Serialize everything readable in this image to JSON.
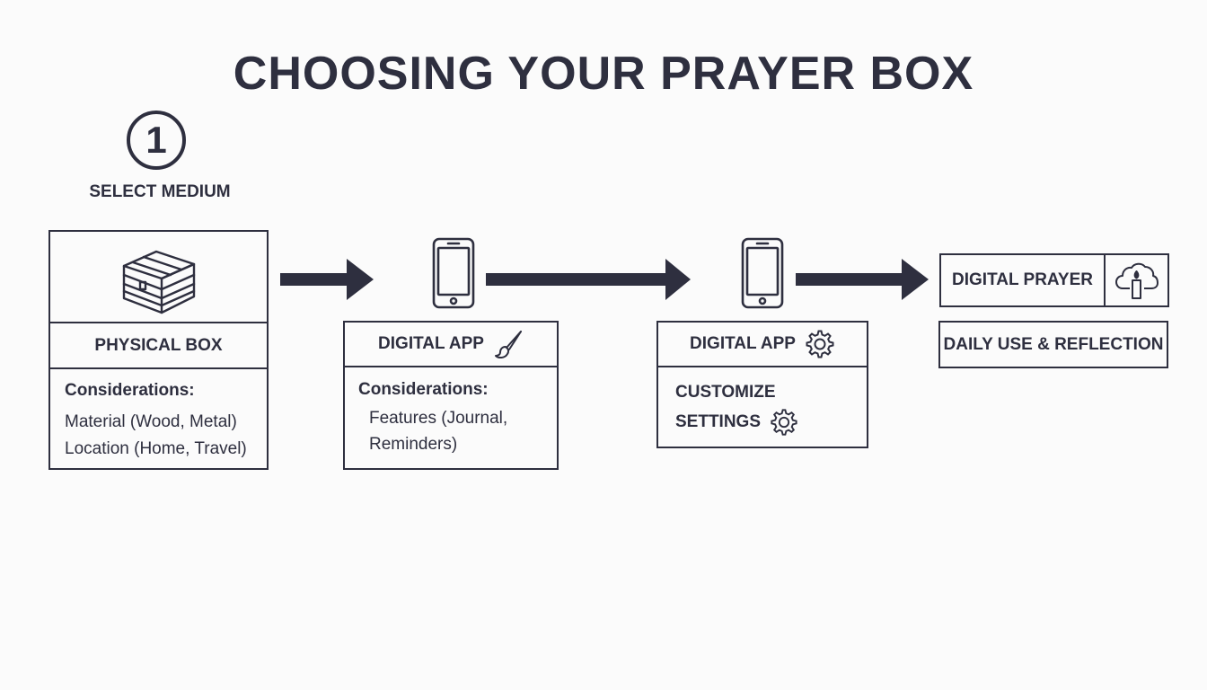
{
  "title": "CHOOSING YOUR PRAYER BOX",
  "step": {
    "number": "1",
    "label": "SELECT MEDIUM"
  },
  "physical": {
    "header": "PHYSICAL BOX",
    "considerations_label": "Considerations:",
    "lines": [
      "Material (Wood, Metal)",
      "Location (Home, Travel)"
    ]
  },
  "digital_app_1": {
    "header": "DIGITAL APP",
    "considerations_label": "Considerations:",
    "lines": [
      "Features (Journal,",
      "Reminders)"
    ]
  },
  "digital_app_2": {
    "header": "DIGITAL APP",
    "lines": [
      "CUSTOMIZE",
      "SETTINGS"
    ]
  },
  "digital_prayer": {
    "label": "DIGITAL PRAYER"
  },
  "daily_use": {
    "label": "DAILY USE & REFLECTION"
  },
  "icons": {
    "box": "wooden-chest-icon",
    "phone": "smartphone-icon",
    "brush": "paintbrush-icon",
    "gear": "gear-icon",
    "candle": "cloud-candle-icon",
    "arrow": "right-arrow-icon"
  },
  "colors": {
    "ink": "#2e2f3f",
    "background": "#fbfbfb"
  }
}
